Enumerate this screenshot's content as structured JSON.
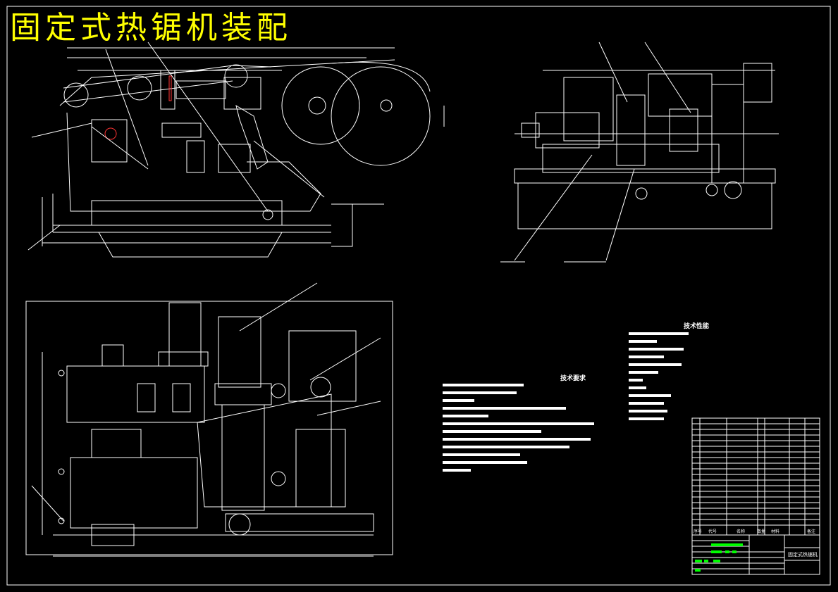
{
  "title": "固定式热锯机装配",
  "tech_requirements": {
    "heading": "技术要求"
  },
  "tech_performance": {
    "heading": "技术性能"
  },
  "title_block": {
    "drawing_name": "固定式热锯机",
    "headers": [
      "序号",
      "代号",
      "名称",
      "数量",
      "材料",
      "备注"
    ]
  },
  "colors": {
    "background": "#000000",
    "lines": "#ffffff",
    "title": "#ffff00",
    "title_block_text": "#00ff00",
    "center_mark": "#ff0000"
  }
}
